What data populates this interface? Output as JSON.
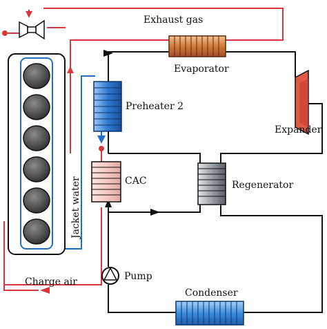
{
  "labels": {
    "exhaust_gas": "Exhaust gas",
    "evaporator": "Evaporator",
    "preheater_2": "Preheater 2",
    "expander": "Expander",
    "cac": "CAC",
    "regenerator": "Regenerator",
    "jacket_water": "Jacket water",
    "pump": "Pump",
    "charge_air": "Charge air",
    "condenser": "Condenser"
  },
  "colors": {
    "exhaust_line": "#d9373d",
    "jacket_line": "#1e6fd0",
    "orc_line": "#111111",
    "expander_fill": "#e05a47",
    "evaporator_fill": "#e29a5a",
    "preheater_fill": "#2f7ad1",
    "cac_fill": "#f4c9c4",
    "regenerator_fill": "#9aa0a6",
    "condenser_fill": "#3f8fe0",
    "cylinder_fill": "#4a4a4a"
  },
  "icons": {
    "turbocharger": "turbocharger-icon",
    "engine": "engine-block-icon",
    "pump": "pump-icon"
  }
}
